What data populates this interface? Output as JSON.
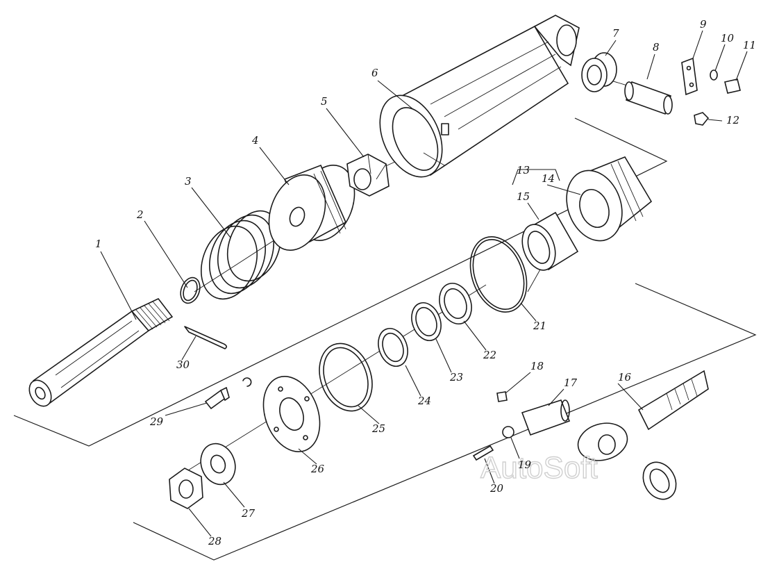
{
  "watermark": "AutoSoft",
  "labels": {
    "p1": "1",
    "p2": "2",
    "p3": "3",
    "p4": "4",
    "p5": "5",
    "p6": "6",
    "p7": "7",
    "p8": "8",
    "p9": "9",
    "p10": "10",
    "p11": "11",
    "p12": "12",
    "p13": "13",
    "p14": "14",
    "p15": "15",
    "p16": "16",
    "p17": "17",
    "p18": "18",
    "p19": "19",
    "p20": "20",
    "p21": "21",
    "p22": "22",
    "p23": "23",
    "p24": "24",
    "p25": "25",
    "p26": "26",
    "p27": "27",
    "p28": "28",
    "p29": "29",
    "p30": "30"
  }
}
